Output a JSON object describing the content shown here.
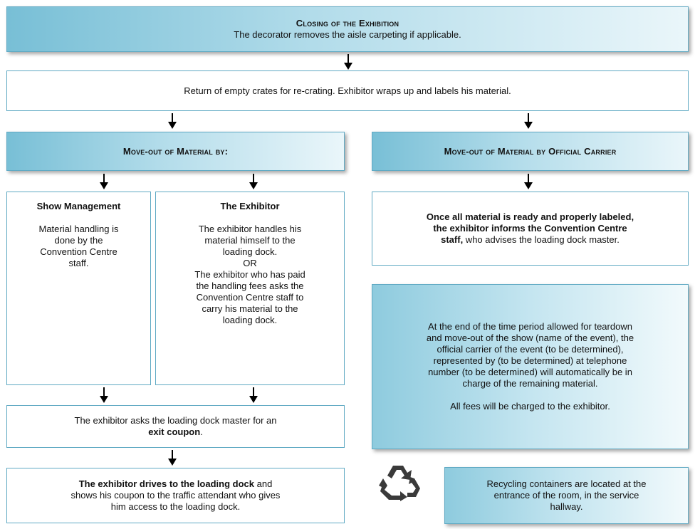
{
  "closing": {
    "title": "Closing of the Exhibition",
    "text": "The decorator removes the aisle carpeting if applicable."
  },
  "return_crates": {
    "text": "Return of empty crates for re-crating. Exhibitor wraps up and labels his material."
  },
  "moveout_by": {
    "title": "Move-out of Material by:"
  },
  "moveout_official": {
    "title": "Move-out of Material by Official Carrier"
  },
  "show_management": {
    "title": "Show Management",
    "text_lines": [
      "Material handling is",
      "done by the",
      "Convention Centre",
      "staff."
    ]
  },
  "the_exhibitor": {
    "title": "The Exhibitor",
    "text_lines": [
      "The exhibitor handles his",
      "material himself to the",
      "loading dock.",
      "OR",
      "The exhibitor who has paid",
      "the handling fees asks the",
      "Convention Centre staff to",
      "carry his material to the",
      "loading dock."
    ]
  },
  "ready_labeled": {
    "text_lines": [
      "Once all material is ready and properly labeled,",
      "the exhibitor informs the Convention Centre"
    ],
    "last_bold": "staff,",
    "last_rest": " who advises the loading dock master."
  },
  "exit_coupon": {
    "line1": "The exhibitor asks the loading dock master for an",
    "bold": "exit coupon",
    "tail": "."
  },
  "drive_dock": {
    "bold": "The exhibitor drives to the loading dock",
    "rest1": " and",
    "line2": "shows his coupon to the traffic attendant who gives",
    "line3": "him access to the loading dock."
  },
  "end_period": {
    "text_lines": [
      "At the end of the time period allowed for teardown",
      "and move-out of the show (name of the event), the",
      "official carrier of the event (to be determined),",
      "represented by (to be determined) at telephone",
      "number (to be determined) will automatically be in",
      "charge of the remaining material."
    ],
    "fees": "All fees will be charged to the exhibitor."
  },
  "recycling": {
    "icon": "recycle-icon",
    "text_lines": [
      "Recycling containers are located at the",
      "entrance of the room, in the service",
      "hallway."
    ]
  },
  "colors": {
    "border": "#5fa9c3",
    "gradient_dark": "#78bfd6",
    "gradient_light": "#eaf6fa"
  }
}
